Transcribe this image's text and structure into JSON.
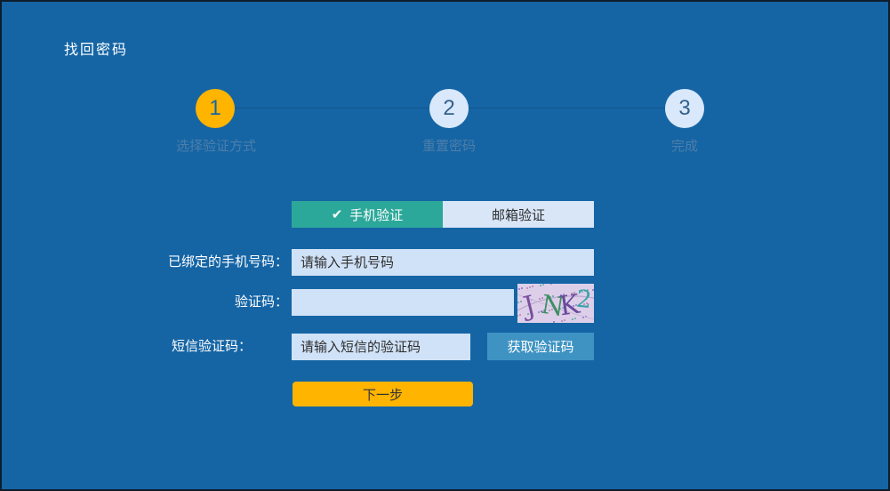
{
  "page": {
    "title": "找回密码"
  },
  "stepper": {
    "steps": [
      {
        "number": "1",
        "label": "选择验证方式"
      },
      {
        "number": "2",
        "label": "重置密码"
      },
      {
        "number": "3",
        "label": "完成"
      }
    ]
  },
  "tabs": {
    "phone": {
      "label": "手机验证",
      "check_glyph": "✔"
    },
    "email": {
      "label": "邮箱验证"
    }
  },
  "form": {
    "phone": {
      "label": "已绑定的手机号码：",
      "placeholder": "请输入手机号码",
      "value": ""
    },
    "captcha": {
      "label": "验证码：",
      "value": "",
      "chars": [
        "J",
        "N",
        "K",
        "2"
      ]
    },
    "sms": {
      "label": "短信验证码：",
      "placeholder": "请输入短信的验证码",
      "value": "",
      "button": "获取验证码"
    },
    "submit": "下一步"
  },
  "colors": {
    "background": "#1565a5",
    "border": "#0e1d2b",
    "step_active": "#ffb400",
    "step_pending": "#d9e8fb",
    "step_label": "#4d7ea9",
    "tab_active": "#2ca89a",
    "tab_inactive": "#d8e6f8",
    "input_bg": "#d0e2f7",
    "get_code_button": "#3e93c3",
    "next_button": "#ffb400"
  }
}
